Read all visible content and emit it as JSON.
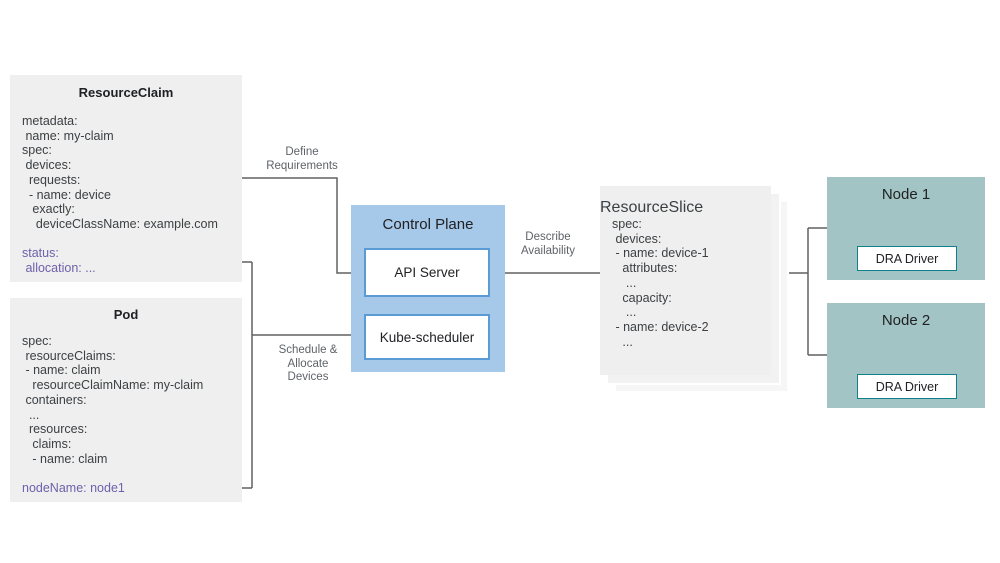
{
  "colors": {
    "panel_gray": "#efefef",
    "text_dark": "#202124",
    "text_body": "#3c4043",
    "text_purple": "#6e60ab",
    "control_plane_fill": "#a7c9e9",
    "control_plane_border": "#5b9bd5",
    "node_fill": "#a3c4c4",
    "node_border": "#11808a",
    "wire_gray": "#616161",
    "label_gray": "#5f6368"
  },
  "boxes": {
    "resource_claim": {
      "title": "ResourceClaim",
      "lines": [
        {
          "text": "metadata:"
        },
        {
          "text": " name: my-claim"
        },
        {
          "text": "spec:"
        },
        {
          "text": " devices:"
        },
        {
          "text": "  requests:"
        },
        {
          "text": "  - name: device"
        },
        {
          "text": "   exactly:"
        },
        {
          "text": "    deviceClassName: example.com"
        },
        {
          "text": ""
        },
        {
          "text": "status:",
          "purple": true
        },
        {
          "text": " allocation: ...",
          "purple": true
        }
      ]
    },
    "pod": {
      "title": "Pod",
      "lines": [
        {
          "text": "spec:"
        },
        {
          "text": " resourceClaims:"
        },
        {
          "text": " - name: claim"
        },
        {
          "text": "   resourceClaimName: my-claim"
        },
        {
          "text": " containers:"
        },
        {
          "text": "  ..."
        },
        {
          "text": "  resources:"
        },
        {
          "text": "   claims:"
        },
        {
          "text": "   - name: claim"
        },
        {
          "text": ""
        },
        {
          "text": "nodeName: node1",
          "purple": true
        }
      ]
    },
    "resource_slice": {
      "title": "ResourceSlice",
      "lines": [
        {
          "text": "spec:"
        },
        {
          "text": " devices:"
        },
        {
          "text": " - name: device-1"
        },
        {
          "text": "   attributes:"
        },
        {
          "text": "    ..."
        },
        {
          "text": "   capacity:"
        },
        {
          "text": "    ..."
        },
        {
          "text": " - name: device-2"
        },
        {
          "text": "   ..."
        }
      ]
    },
    "control_plane": {
      "title": "Control Plane",
      "api_server": "API Server",
      "kube_scheduler": "Kube-scheduler"
    },
    "node1": {
      "title": "Node 1",
      "driver": "DRA Driver"
    },
    "node2": {
      "title": "Node 2",
      "driver": "DRA Driver"
    }
  },
  "edge_labels": {
    "define_requirements": "Define\nRequirements",
    "describe_availability": "Describe\nAvailability",
    "schedule_allocate": "Schedule &\nAllocate\nDevices"
  }
}
